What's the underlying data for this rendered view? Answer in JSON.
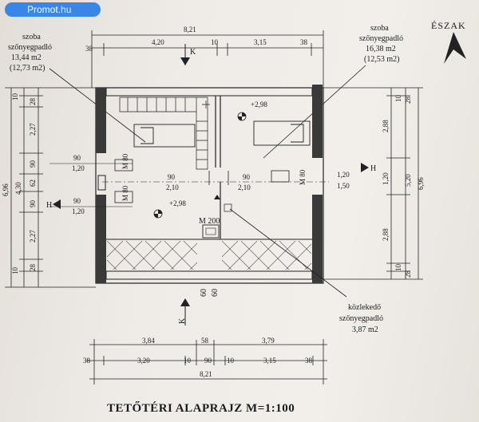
{
  "watermark": {
    "prefix": "Promot",
    "suffix": ".hu"
  },
  "north": {
    "label": "ÉSZAK"
  },
  "title": "TETŐTÉRI ALAPRAJZ M=1:100",
  "rooms": {
    "left": {
      "name": "szoba",
      "floor": "szőnyegpadló",
      "area": "13,44 m2",
      "area_net": "(12,73 m2)"
    },
    "right": {
      "name": "szoba",
      "floor": "szőnyegpadló",
      "area": "16,38 m2",
      "area_net": "(12,53 m2)"
    },
    "hall": {
      "name": "közlekedő",
      "floor": "szőnyegpadló",
      "area": "3,87 m2"
    }
  },
  "levels": {
    "right_room": "+2,98",
    "left_room": "+2,98"
  },
  "openings": {
    "left_upper": [
      "90",
      "1,20"
    ],
    "left_lower": [
      "90",
      "1,20"
    ],
    "center_left": [
      "90",
      "2,10"
    ],
    "center_right": [
      "90",
      "2,10"
    ],
    "right_window": [
      "1,20",
      "1,50"
    ],
    "door_m": "M 80",
    "chimney": "M 200",
    "bottom_60a": "60",
    "bottom_60b": "60"
  },
  "section_marks": {
    "vertical": "K",
    "horizontal": "H"
  },
  "dims_top": {
    "overall": "8,21",
    "parts": [
      "38",
      "4,20",
      "10",
      "3,15",
      "38"
    ]
  },
  "dims_bottom": {
    "row1": [
      "3,84",
      "58",
      "3,79"
    ],
    "row2": [
      "38",
      "3,20",
      "10",
      "90",
      "10",
      "3,15",
      "38"
    ],
    "overall": "8,21"
  },
  "dims_left": {
    "overall": "6,96",
    "row1": [
      "10",
      "28",
      "2,27",
      "90",
      "62",
      "90",
      "2,27",
      "28",
      "10"
    ],
    "row2": [
      "4,30"
    ]
  },
  "dims_right": {
    "overall": "6,96",
    "row1": [
      "10",
      "28",
      "2,88",
      "1,20",
      "2,88",
      "10",
      "28"
    ],
    "row2": [
      "5,20"
    ]
  }
}
